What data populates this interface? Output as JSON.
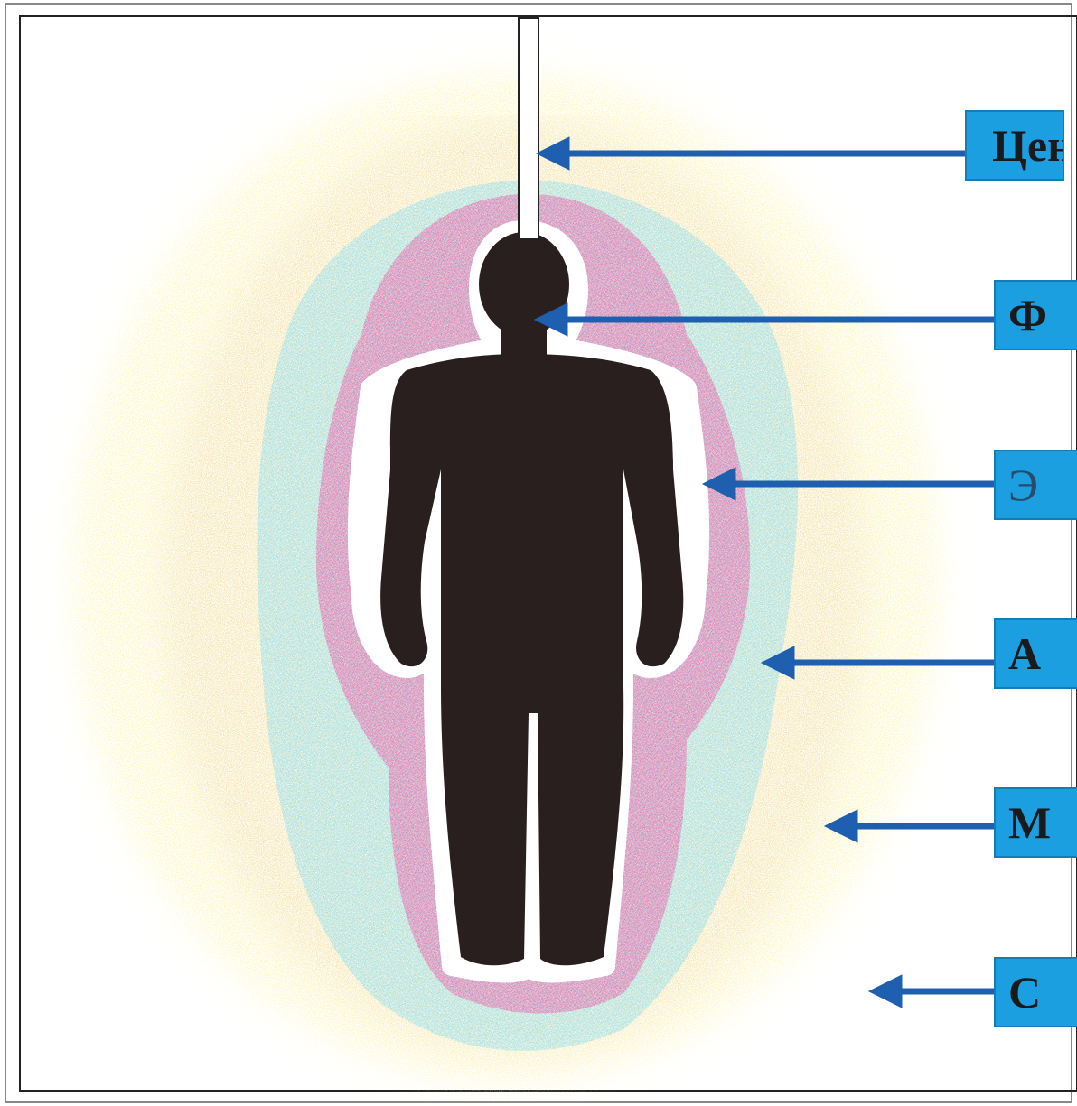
{
  "labels": [
    {
      "text": "Цен",
      "name": "label-center-channel"
    },
    {
      "text": "Ф",
      "name": "label-physical-body"
    },
    {
      "text": "Э",
      "name": "label-etheric-body"
    },
    {
      "text": "А",
      "name": "label-astral-body"
    },
    {
      "text": "М",
      "name": "label-mental-body"
    },
    {
      "text": "С",
      "name": "label-outer-body"
    }
  ],
  "colors": {
    "label_fill": "#1c9fe0",
    "arrow": "#1f5fb0",
    "figure": "#2a1f1f",
    "layer_pink": "#d8206a",
    "layer_blue": "#3ab8e8",
    "layer_orange": "#e8b47a",
    "layer_yellow": "#f3ec7a"
  }
}
